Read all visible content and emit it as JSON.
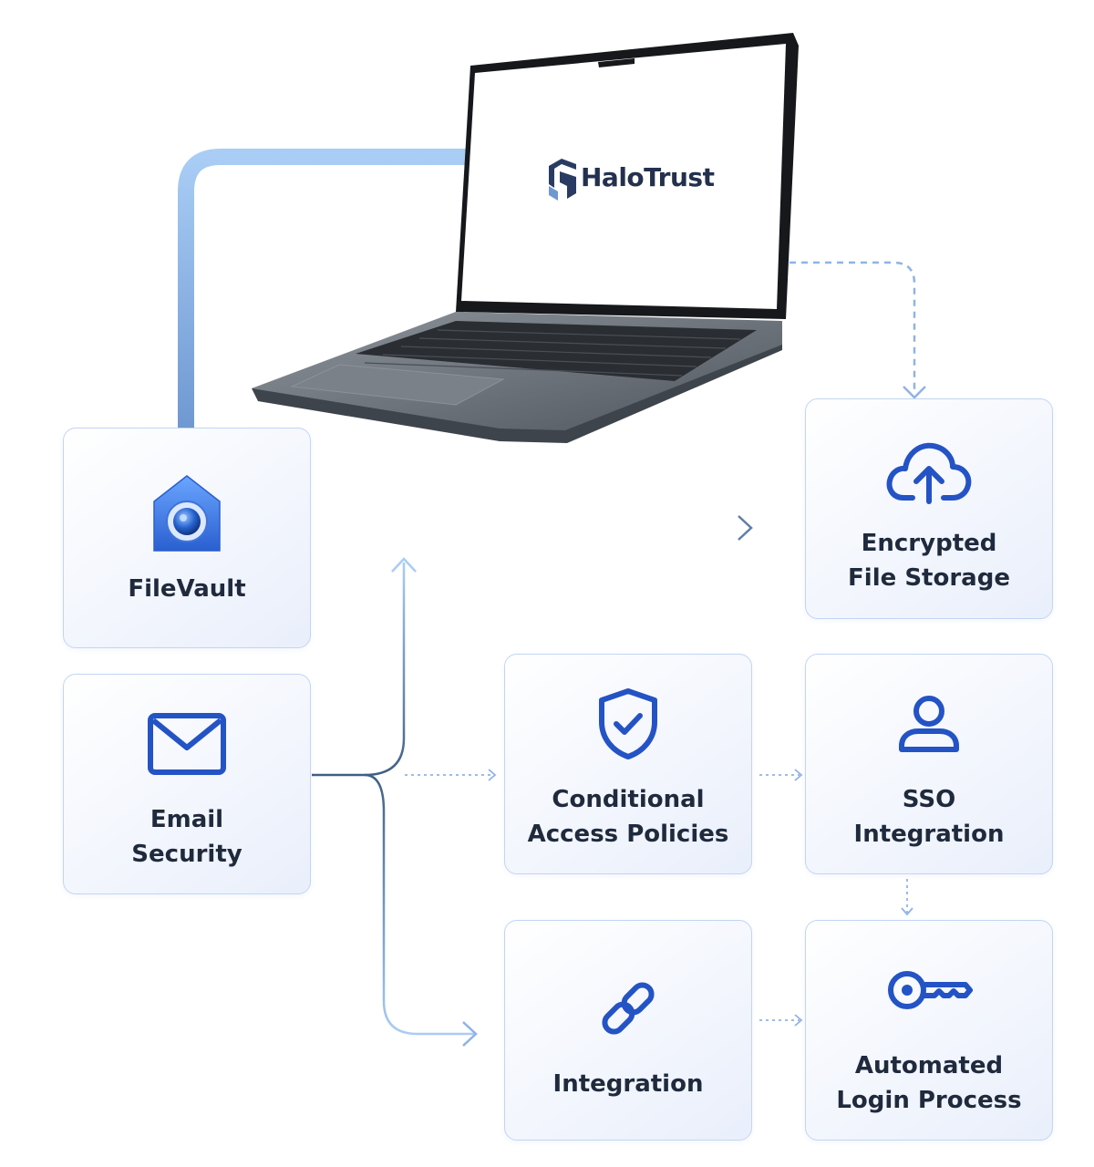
{
  "brand": {
    "name": "HaloTrust"
  },
  "colors": {
    "accent": "#2453c5",
    "border": "#c3d5f3",
    "connector": "#a9c8f0",
    "text": "#1f2a3d"
  },
  "nodes": {
    "filevault": {
      "label": "FileVault",
      "icon": "filevault-icon"
    },
    "email": {
      "label": "Email\nSecurity",
      "icon": "envelope-icon"
    },
    "storage": {
      "label": "Encrypted\nFile Storage",
      "icon": "cloud-upload-icon"
    },
    "conditional": {
      "label": "Conditional\nAccess Policies",
      "icon": "shield-check-icon"
    },
    "sso": {
      "label": "SSO\nIntegration",
      "icon": "user-icon"
    },
    "integration": {
      "label": "Integration",
      "icon": "link-icon"
    },
    "login": {
      "label": "Automated\nLogin Process",
      "icon": "key-icon"
    }
  }
}
